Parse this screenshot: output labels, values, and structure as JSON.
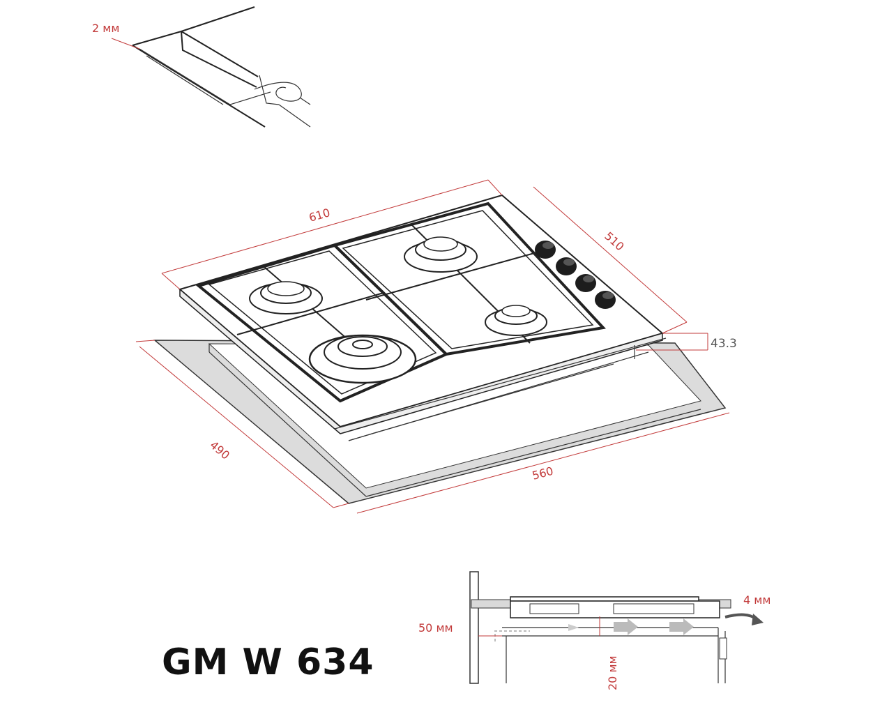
{
  "detail_top": {
    "seal_gap_label": "2 мм"
  },
  "hob": {
    "width_label": "610",
    "depth_label": "510",
    "height_label": "43.3"
  },
  "cutout": {
    "width_label": "560",
    "depth_label": "490"
  },
  "ventilation": {
    "side_gap_label": "50 мм",
    "bottom_gap_label": "20 мм",
    "rear_gap_label": "4 мм"
  },
  "model": {
    "name": "GM W 634"
  }
}
